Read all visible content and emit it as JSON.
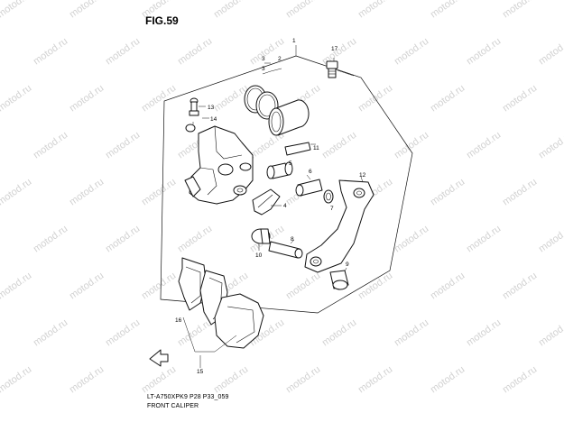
{
  "figure": {
    "title": "FIG.59",
    "code": "LT-A750XPK9 P28 P33_059",
    "name": "FRONT CALIPER",
    "watermark": "motod.ru"
  },
  "callouts": [
    {
      "id": "c1",
      "label": "1"
    },
    {
      "id": "c2",
      "label": "2"
    },
    {
      "id": "c3a",
      "label": "3"
    },
    {
      "id": "c3b",
      "label": "3"
    },
    {
      "id": "c4",
      "label": "4"
    },
    {
      "id": "c5",
      "label": "5"
    },
    {
      "id": "c6",
      "label": "6"
    },
    {
      "id": "c7",
      "label": "7"
    },
    {
      "id": "c8",
      "label": "8"
    },
    {
      "id": "c9",
      "label": "9"
    },
    {
      "id": "c10",
      "label": "10"
    },
    {
      "id": "c11",
      "label": "11"
    },
    {
      "id": "c12",
      "label": "12"
    },
    {
      "id": "c13",
      "label": "13"
    },
    {
      "id": "c14",
      "label": "14"
    },
    {
      "id": "c15",
      "label": "15"
    },
    {
      "id": "c16",
      "label": "16"
    },
    {
      "id": "c17",
      "label": "17"
    }
  ],
  "colors": {
    "line": "#111111",
    "background": "#ffffff",
    "watermark": "#d2d2d2"
  },
  "icons": {
    "front_arrow": "front-arrow-icon"
  }
}
